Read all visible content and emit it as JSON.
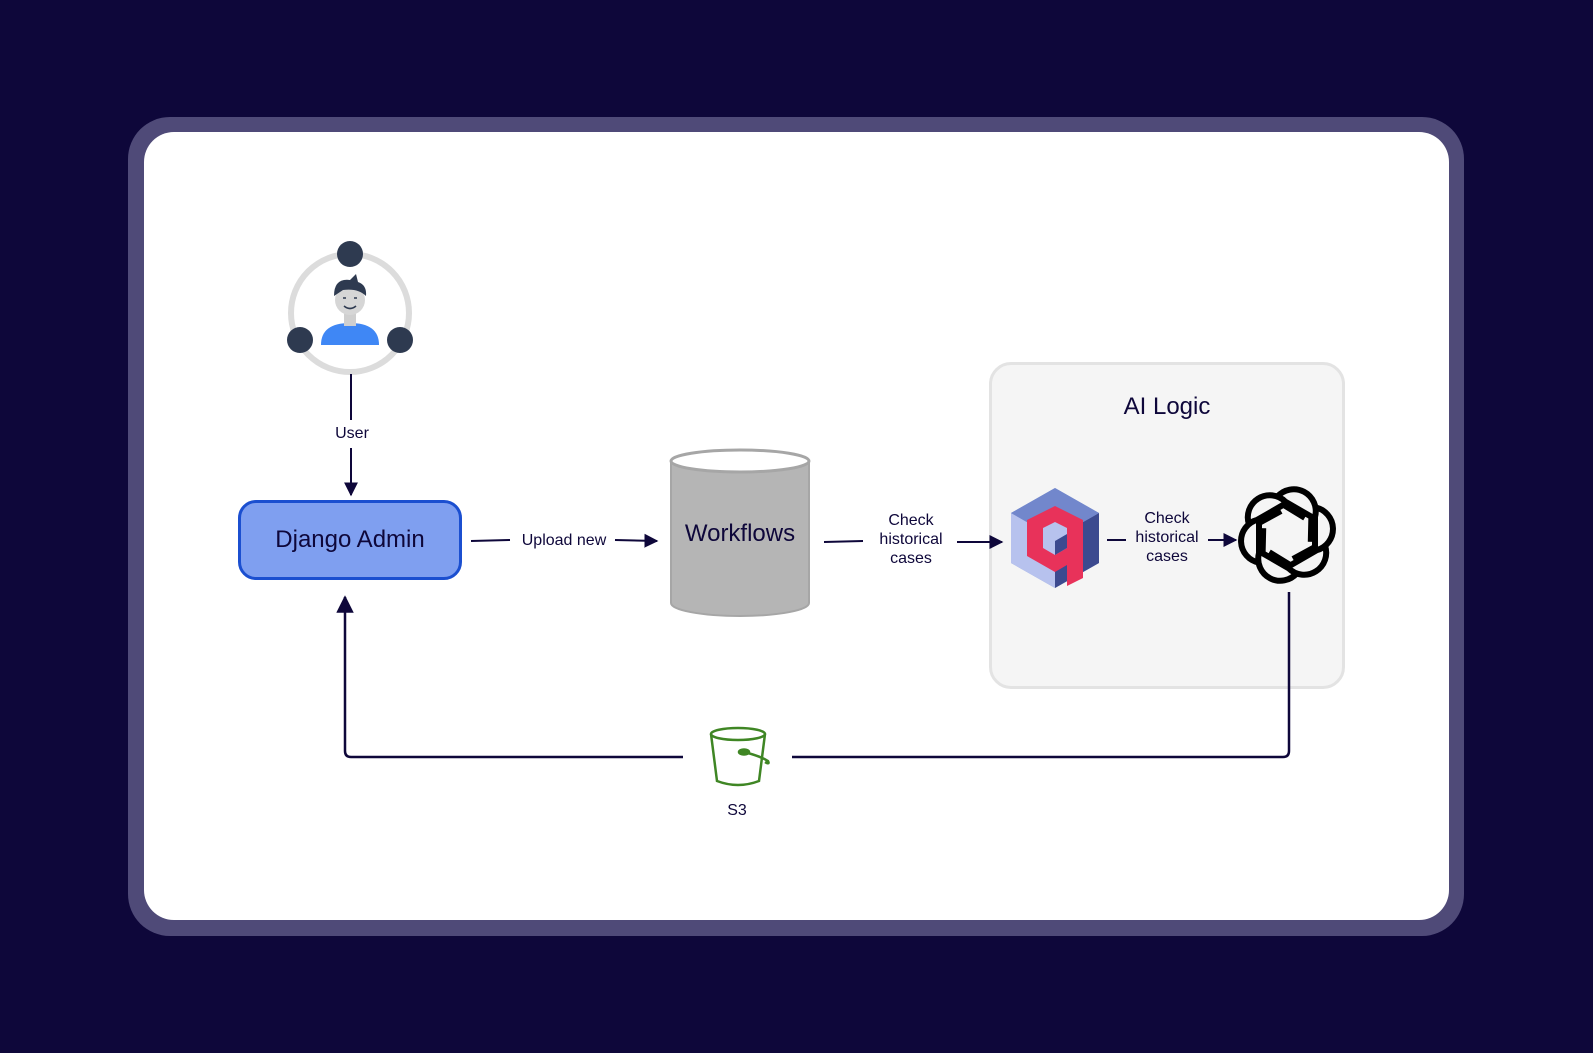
{
  "diagram": {
    "user_label": "User",
    "django_label": "Django Admin",
    "upload_label": "Upload new",
    "workflows_label": "Workflows",
    "check_label_1": "Check historical cases",
    "check_label_2": "Check historical cases",
    "ai_group_title": "AI Logic",
    "s3_label": "S3"
  },
  "icons": {
    "user": "user-network-icon",
    "database": "cylinder-database-icon",
    "vector_db": "qdrant-logo-icon",
    "llm": "openai-logo-icon",
    "storage": "s3-bucket-icon"
  },
  "colors": {
    "background": "#0e073a",
    "frame": "#4f4a78",
    "card": "#ffffff",
    "django_fill": "#7f9ff0",
    "django_border": "#1b4fd0",
    "arrow": "#0e073a",
    "bucket": "#3f8624"
  }
}
